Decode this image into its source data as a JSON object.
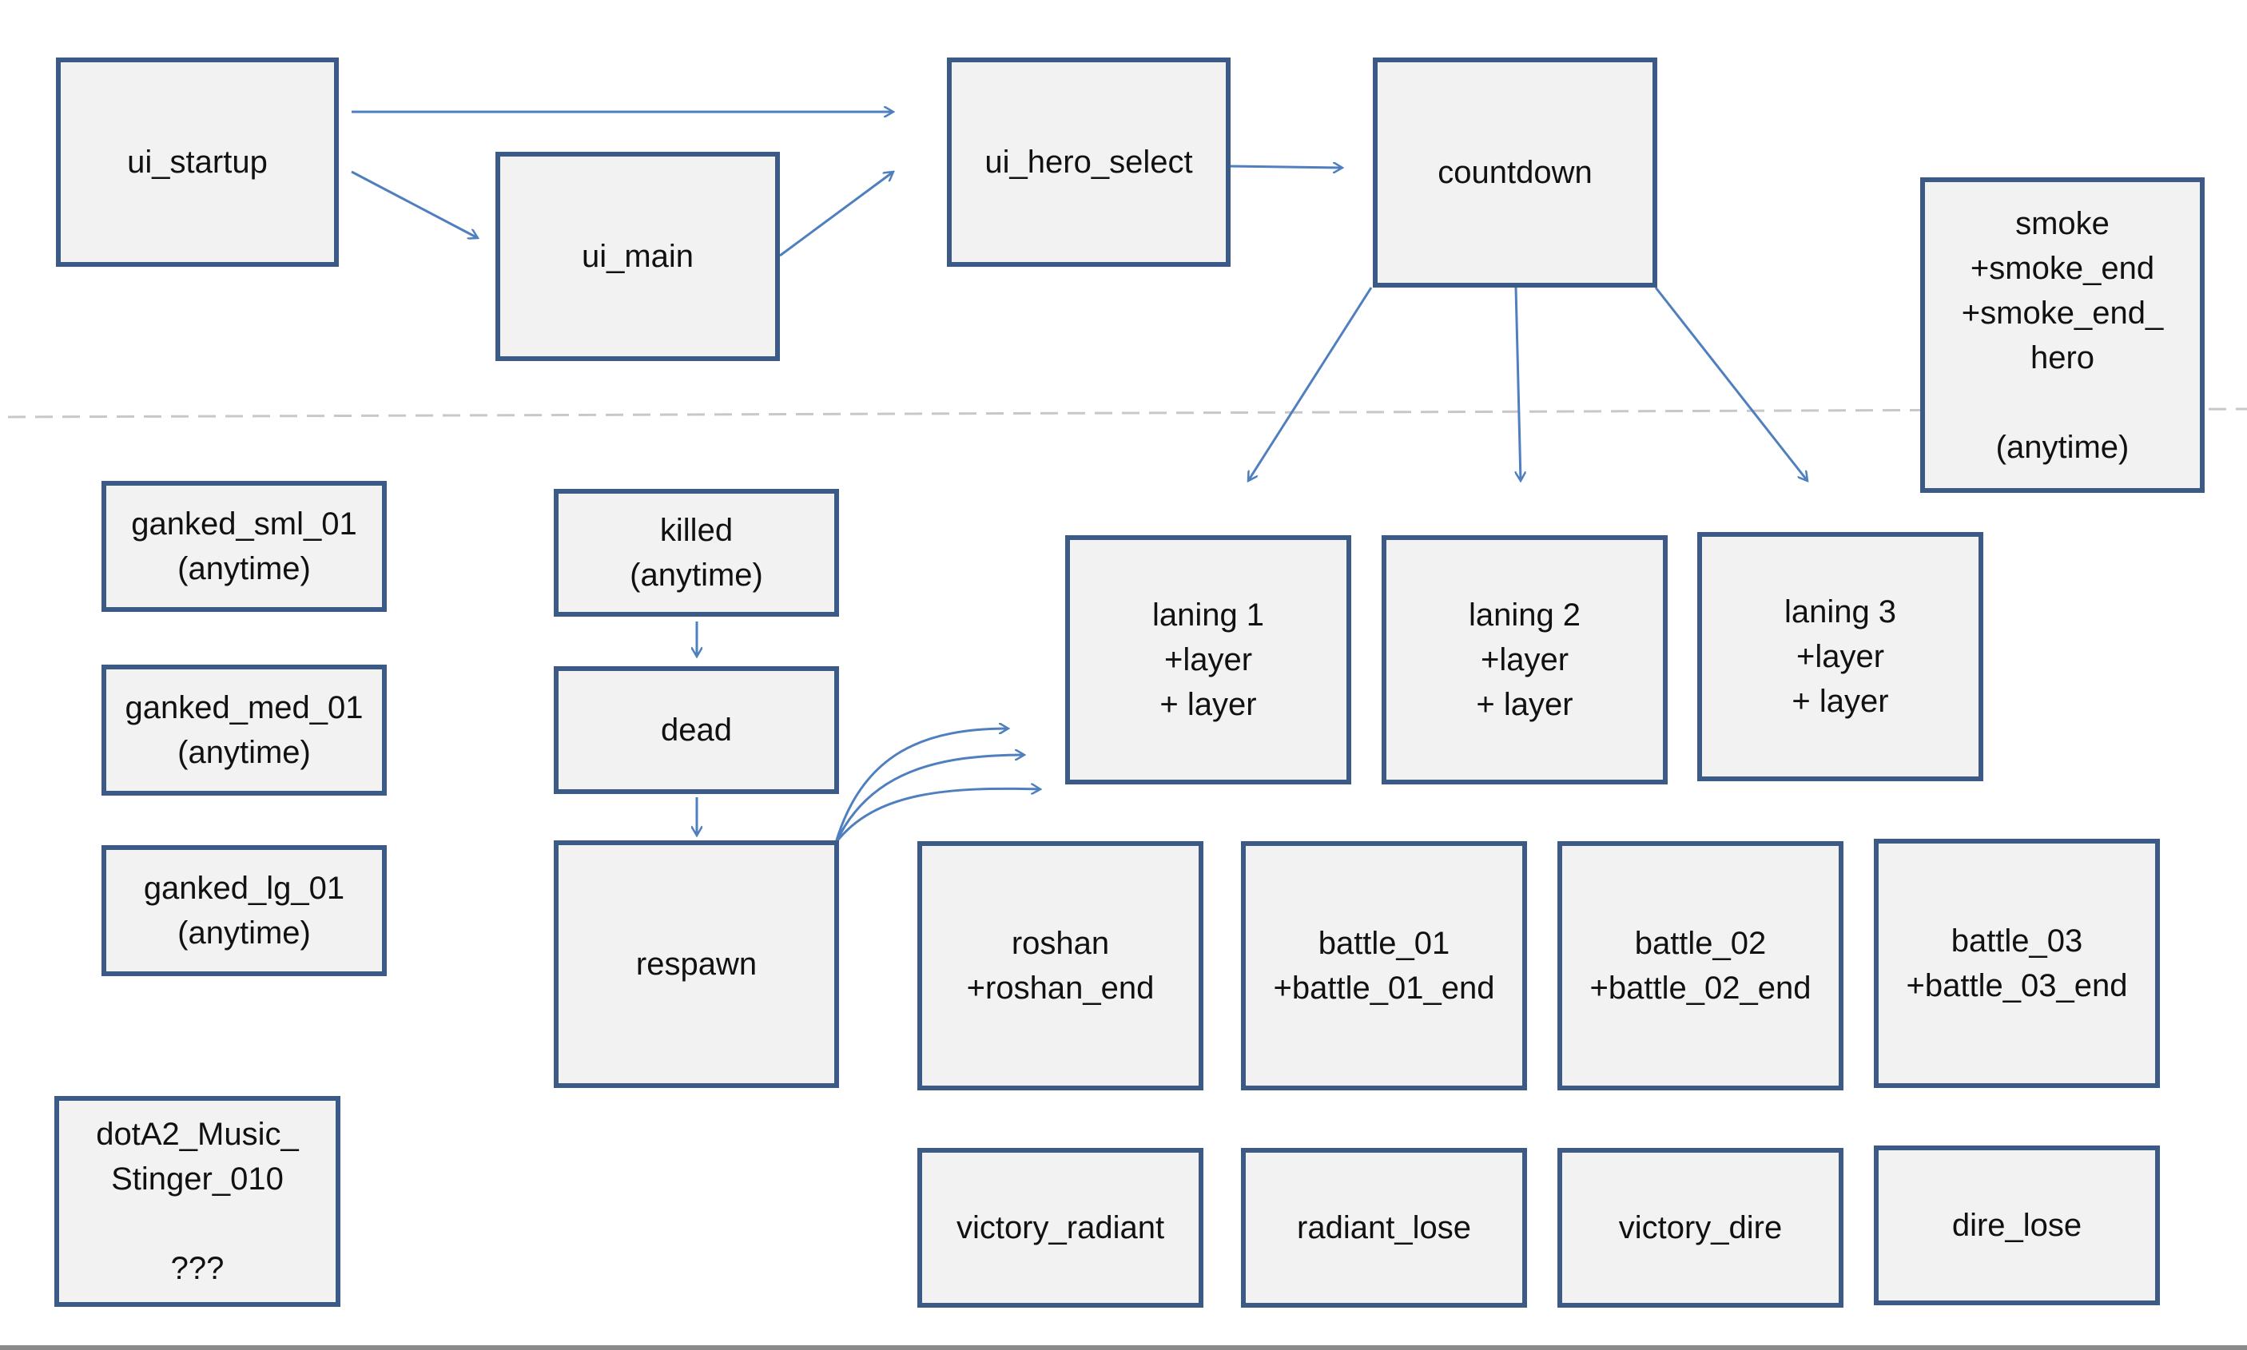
{
  "colors": {
    "box_fill": "#f2f2f2",
    "box_border": "#3b5a86",
    "arrow": "#4f7fbf",
    "divider": "#c8c8c8"
  },
  "nodes": {
    "ui_startup": "ui_startup",
    "ui_main": "ui_main",
    "ui_hero_select": "ui_hero_select",
    "countdown": "countdown",
    "smoke": "smoke\n+smoke_end\n+smoke_end_\nhero\n\n(anytime)",
    "ganked_sml": "ganked_sml_01\n(anytime)",
    "ganked_med": "ganked_med_01\n(anytime)",
    "ganked_lg": "ganked_lg_01\n(anytime)",
    "stinger": "dotA2_Music_\nStinger_010\n\n???",
    "killed": "killed\n(anytime)",
    "dead": "dead",
    "respawn": "respawn",
    "laning_1": "laning 1\n+layer\n+ layer",
    "laning_2": "laning 2\n+layer\n+ layer",
    "laning_3": "laning 3\n+layer\n+ layer",
    "roshan": "roshan\n+roshan_end",
    "battle_01": "battle_01\n+battle_01_end",
    "battle_02": "battle_02\n+battle_02_end",
    "battle_03": "battle_03\n+battle_03_end",
    "victory_radiant": "victory_radiant",
    "radiant_lose": "radiant_lose",
    "victory_dire": "victory_dire",
    "dire_lose": "dire_lose"
  }
}
